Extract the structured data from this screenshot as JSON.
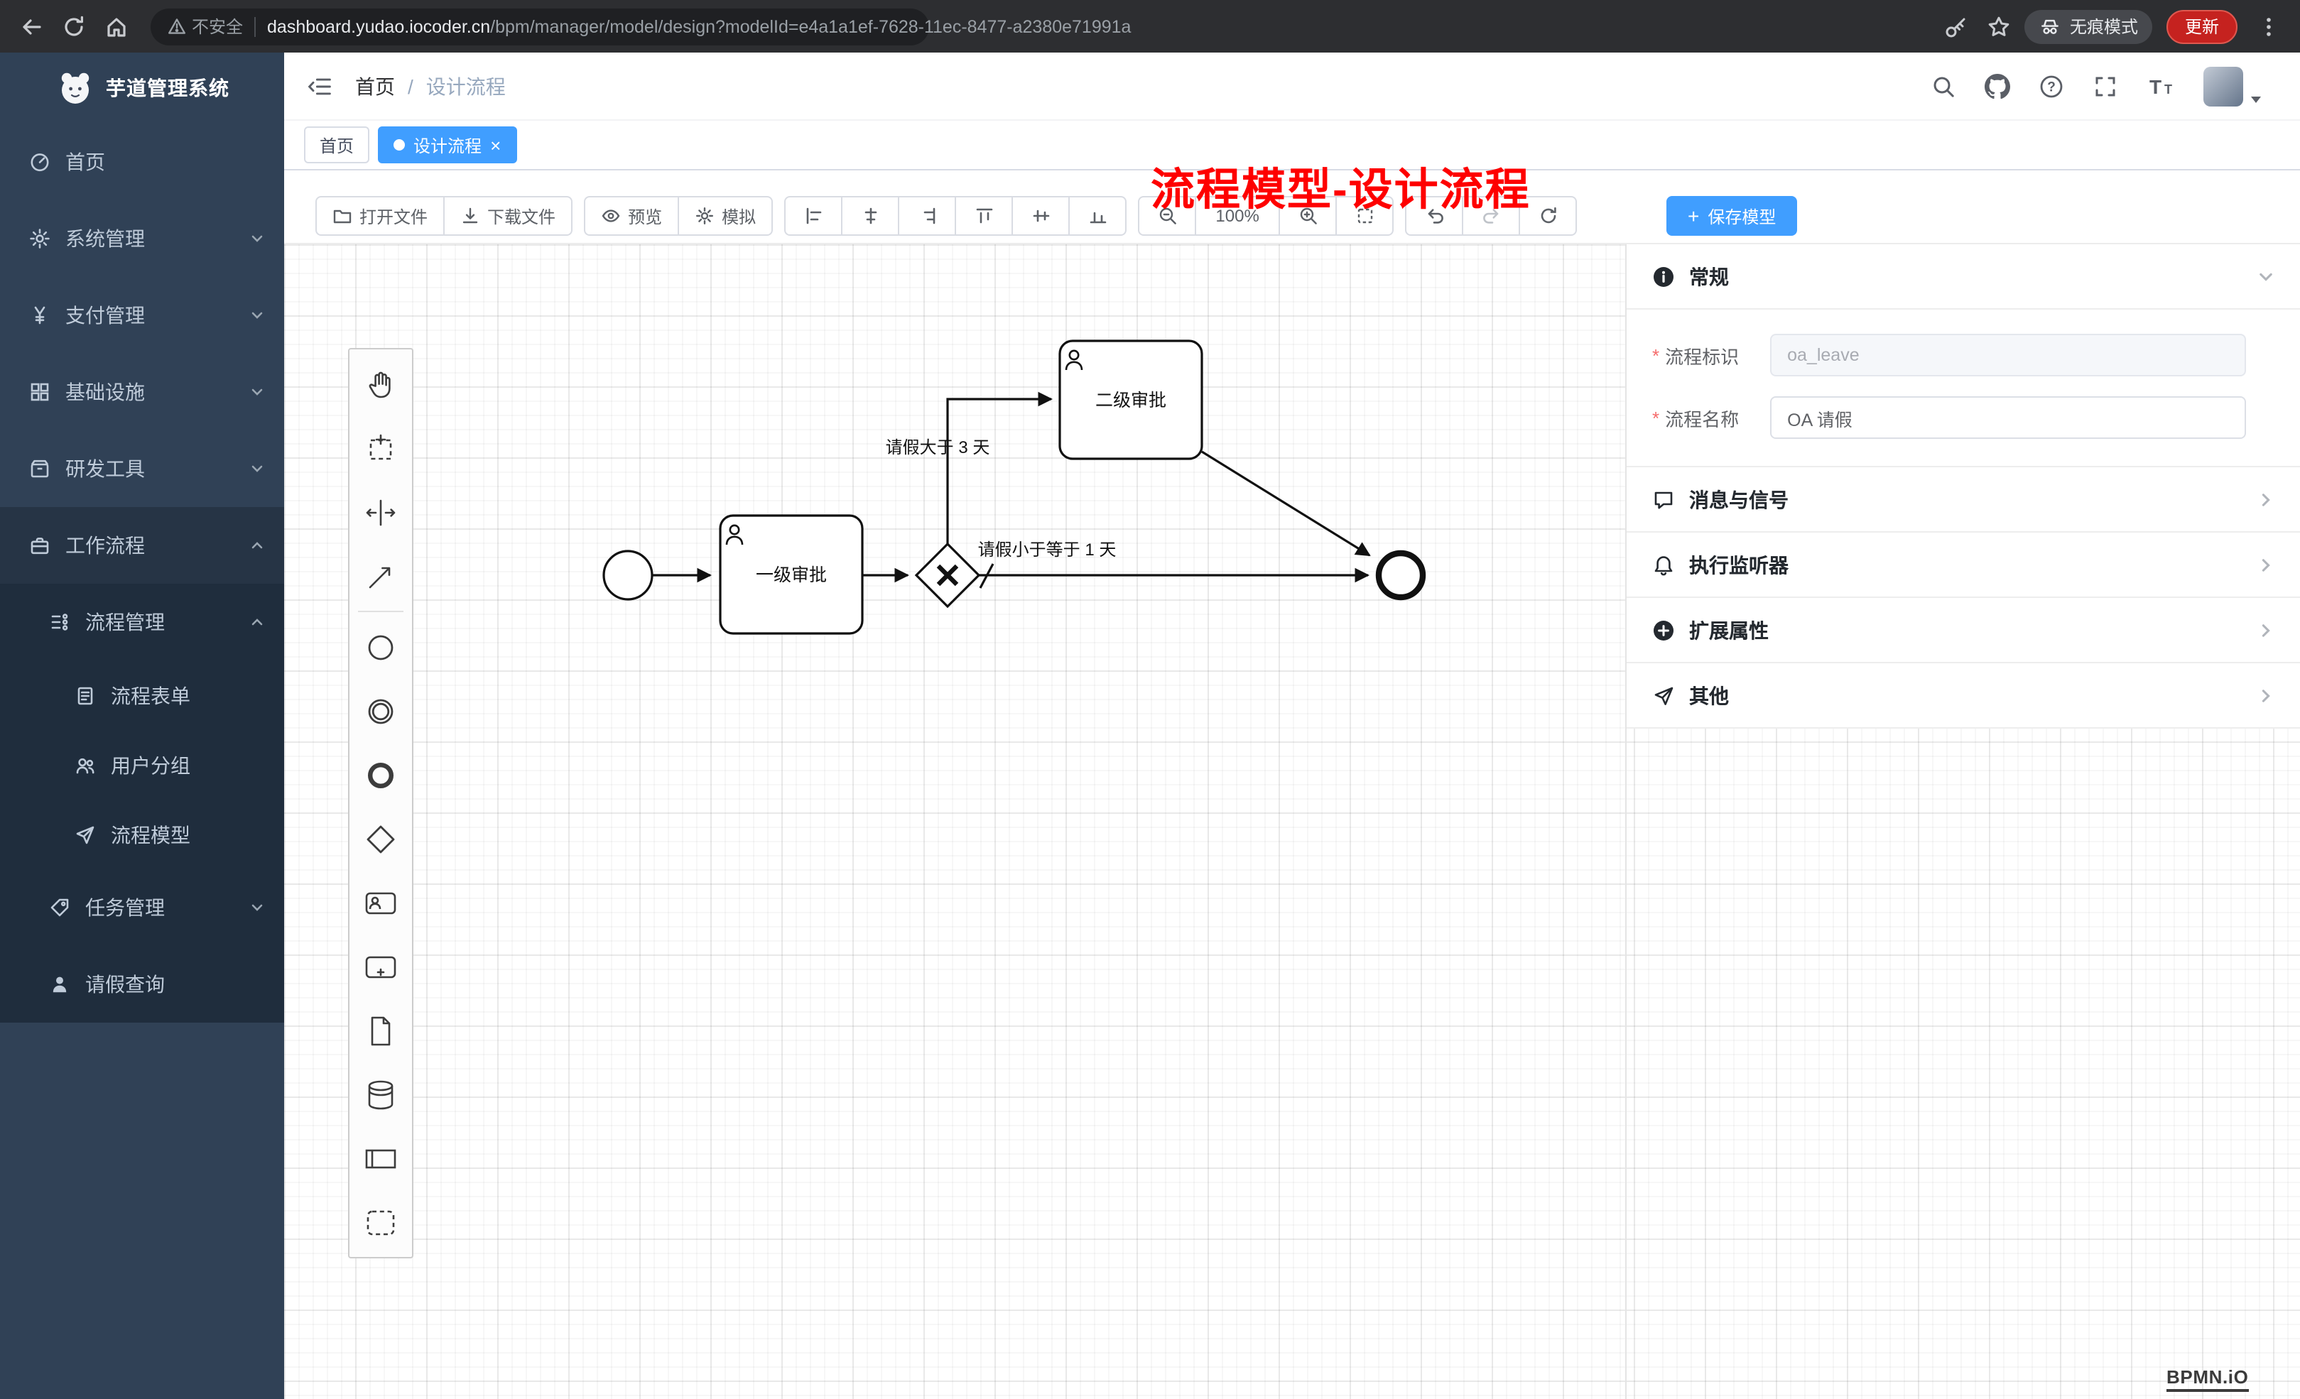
{
  "browser": {
    "security_label": "不安全",
    "url_host": "dashboard.yudao.iocoder.cn",
    "url_path": "/bpm/manager/model/design?modelId=e4a1a1ef-7628-11ec-8477-a2380e71991a",
    "incognito_label": "无痕模式",
    "update_label": "更新"
  },
  "sidebar": {
    "app_title": "芋道管理系统",
    "items": [
      {
        "label": "首页"
      },
      {
        "label": "系统管理"
      },
      {
        "label": "支付管理"
      },
      {
        "label": "基础设施"
      },
      {
        "label": "研发工具"
      },
      {
        "label": "工作流程"
      }
    ],
    "submenu": {
      "process_mgmt": "流程管理",
      "children": [
        {
          "label": "流程表单"
        },
        {
          "label": "用户分组"
        },
        {
          "label": "流程模型"
        }
      ],
      "task_mgmt": "任务管理",
      "leave_query": "请假查询"
    }
  },
  "header": {
    "breadcrumb_home": "首页",
    "breadcrumb_sep": "/",
    "breadcrumb_current": "设计流程"
  },
  "tabs": [
    {
      "label": "首页"
    },
    {
      "label": "设计流程"
    }
  ],
  "overlay_title": "流程模型-设计流程",
  "toolbar": {
    "open_file": "打开文件",
    "download_file": "下载文件",
    "preview": "预览",
    "simulate": "模拟",
    "zoom_level": "100%",
    "save_plus": "+",
    "save_model": "保存模型"
  },
  "diagram": {
    "task1_label": "一级审批",
    "task2_label": "二级审批",
    "flow_top_label": "请假大于 3 天",
    "flow_bottom_label": "请假小于等于 1 天"
  },
  "panel": {
    "general_title": "常规",
    "required_mark": "*",
    "process_key_label": "流程标识",
    "process_key_value": "oa_leave",
    "process_name_label": "流程名称",
    "process_name_value": "OA 请假",
    "sections": [
      {
        "title": "消息与信号"
      },
      {
        "title": "执行监听器"
      },
      {
        "title": "扩展属性"
      },
      {
        "title": "其他"
      }
    ]
  },
  "watermark": "BPMN.iO",
  "glyphs": {
    "tab_close": "×",
    "question": "?",
    "font_large": "T",
    "font_small": "T"
  },
  "colors": {
    "accent": "#409eff",
    "sidebar_bg": "#304156",
    "submenu_bg": "#1f2d3d",
    "annotation_red": "#fe0000",
    "chrome_update_red": "#c5221f"
  }
}
